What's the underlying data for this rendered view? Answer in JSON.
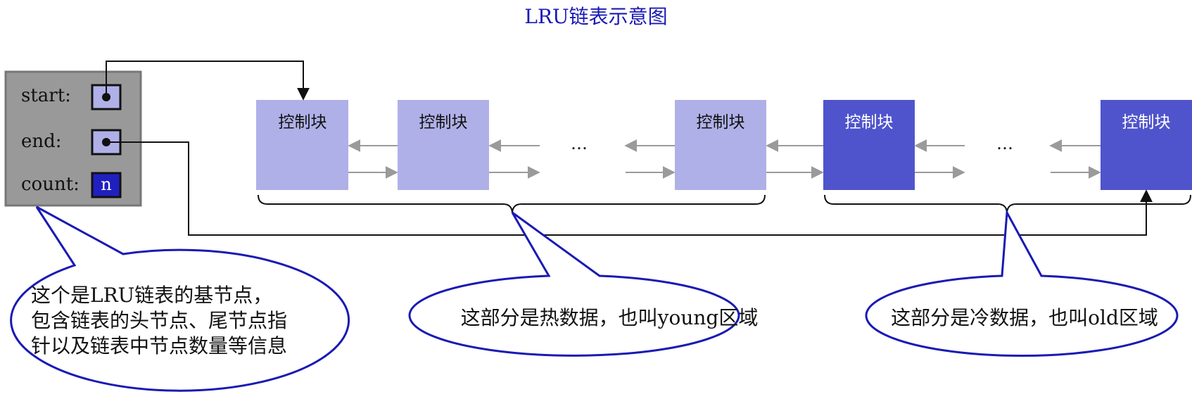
{
  "title": "LRU链表示意图",
  "base_node": {
    "fields": [
      "start:",
      "end:",
      "count:"
    ],
    "count_value": "n"
  },
  "control_block_label": "控制块",
  "ellipsis": "…",
  "callouts": {
    "base_node_lines": [
      "这个是LRU链表的基节点，",
      "包含链表的头节点、尾节点指",
      "针以及链表中节点数量等信息"
    ],
    "young": "这部分是热数据，也叫young区域",
    "old": "这部分是冷数据，也叫old区域"
  },
  "colors": {
    "title": "#1a1ab4",
    "young_block": "#b0b0e8",
    "old_block": "#4f54cc",
    "base_node_bg": "#999999",
    "bubble_stroke": "#1a1ab4",
    "count_fill": "#2020c0"
  }
}
